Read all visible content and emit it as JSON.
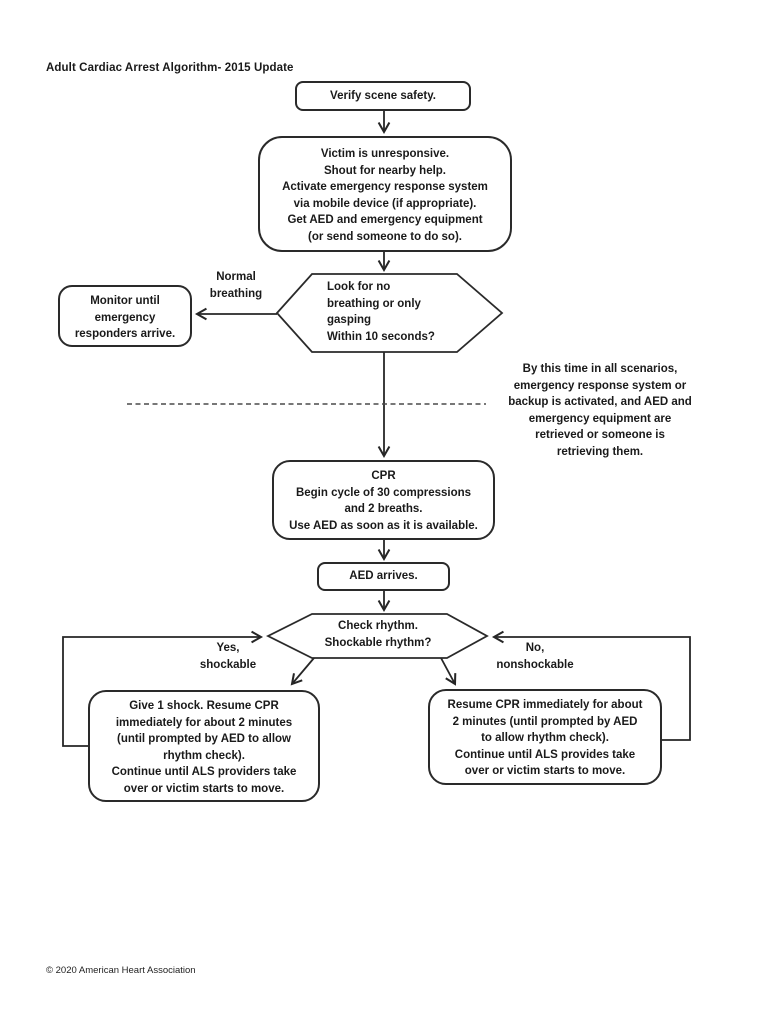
{
  "title": "Adult Cardiac Arrest Algorithm- 2015 Update",
  "footer": "© 2020 American Heart Association",
  "colors": {
    "ink": "#262626",
    "background": "#ffffff",
    "dashed_line": "#4a4a4a"
  },
  "nodes": {
    "verify_scene": {
      "text": "Verify scene safety."
    },
    "victim_unresponsive": {
      "lines": [
        "Victim is unresponsive.",
        "Shout for nearby help.",
        "Activate emergency response system",
        "via mobile device (if appropriate).",
        "Get AED and emergency equipment",
        "(or send someone to do so)."
      ]
    },
    "breathing_check": {
      "lines": [
        "Look for no",
        "breathing or only",
        "gasping",
        "Within 10 seconds?"
      ]
    },
    "monitor": {
      "lines": [
        "Monitor until",
        "emergency",
        "responders arrive."
      ]
    },
    "cpr": {
      "lines": [
        "CPR",
        "Begin cycle of 30 compressions",
        "and 2 breaths.",
        "Use AED as soon as it is available."
      ]
    },
    "aed_arrives": {
      "text": "AED arrives."
    },
    "check_rhythm": {
      "lines": [
        "Check rhythm.",
        "Shockable rhythm?"
      ]
    },
    "shockable_branch": {
      "lines": [
        "Give 1 shock. Resume CPR",
        "immediately for about 2 minutes",
        "(until prompted by AED to allow",
        "rhythm check).",
        "Continue until ALS providers take",
        "over or victim starts to move."
      ]
    },
    "nonshockable_branch": {
      "lines": [
        "Resume CPR immediately for about",
        "2 minutes (until prompted by AED",
        "to allow rhythm check).",
        "Continue until ALS provides take",
        "over or victim starts to move."
      ]
    }
  },
  "labels": {
    "normal_breathing": {
      "lines": [
        "Normal",
        "breathing"
      ]
    },
    "yes_shockable": {
      "lines": [
        "Yes,",
        "shockable"
      ]
    },
    "no_nonshockable": {
      "lines": [
        "No,",
        "nonshockable"
      ]
    },
    "side_note": {
      "lines": [
        "By this time in all scenarios,",
        "emergency response system or",
        "backup is activated, and AED and",
        "emergency equipment are",
        "retrieved or someone is",
        "retrieving them."
      ]
    }
  }
}
